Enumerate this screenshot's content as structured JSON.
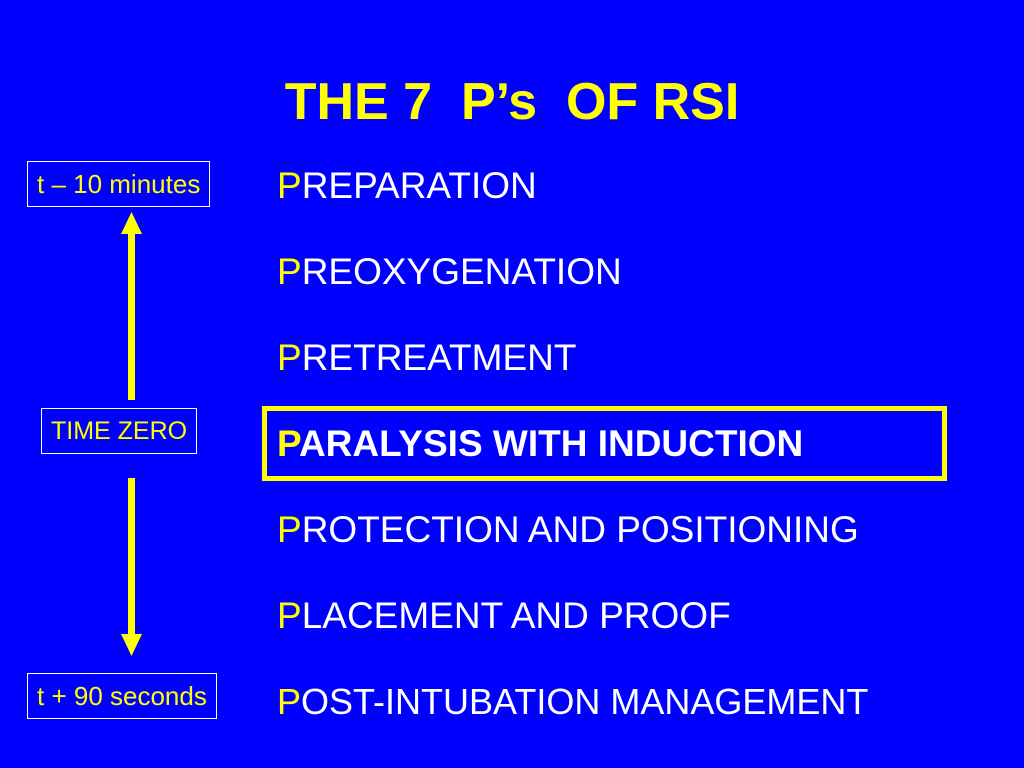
{
  "slide": {
    "title": "THE 7  P’s  OF RSI",
    "items": [
      {
        "initial": "P",
        "rest": "REPARATION"
      },
      {
        "initial": "P",
        "rest": "REOXYGENATION"
      },
      {
        "initial": "P",
        "rest": "RETREATMENT"
      },
      {
        "initial": "P",
        "rest": "ARALYSIS WITH INDUCTION",
        "highlighted": true
      },
      {
        "initial": "P",
        "rest": "ROTECTION AND POSITIONING"
      },
      {
        "initial": "P",
        "rest": "LACEMENT AND PROOF"
      },
      {
        "initial": "P",
        "rest": "OST-INTUBATION MANAGEMENT"
      }
    ],
    "timeline": {
      "start_label": "t – 10 minutes",
      "zero_label": "TIME ZERO",
      "end_label": "t + 90 seconds"
    },
    "colors": {
      "background": "#0000FF",
      "accent": "#FFFF00",
      "text": "#FFFFFF"
    }
  }
}
